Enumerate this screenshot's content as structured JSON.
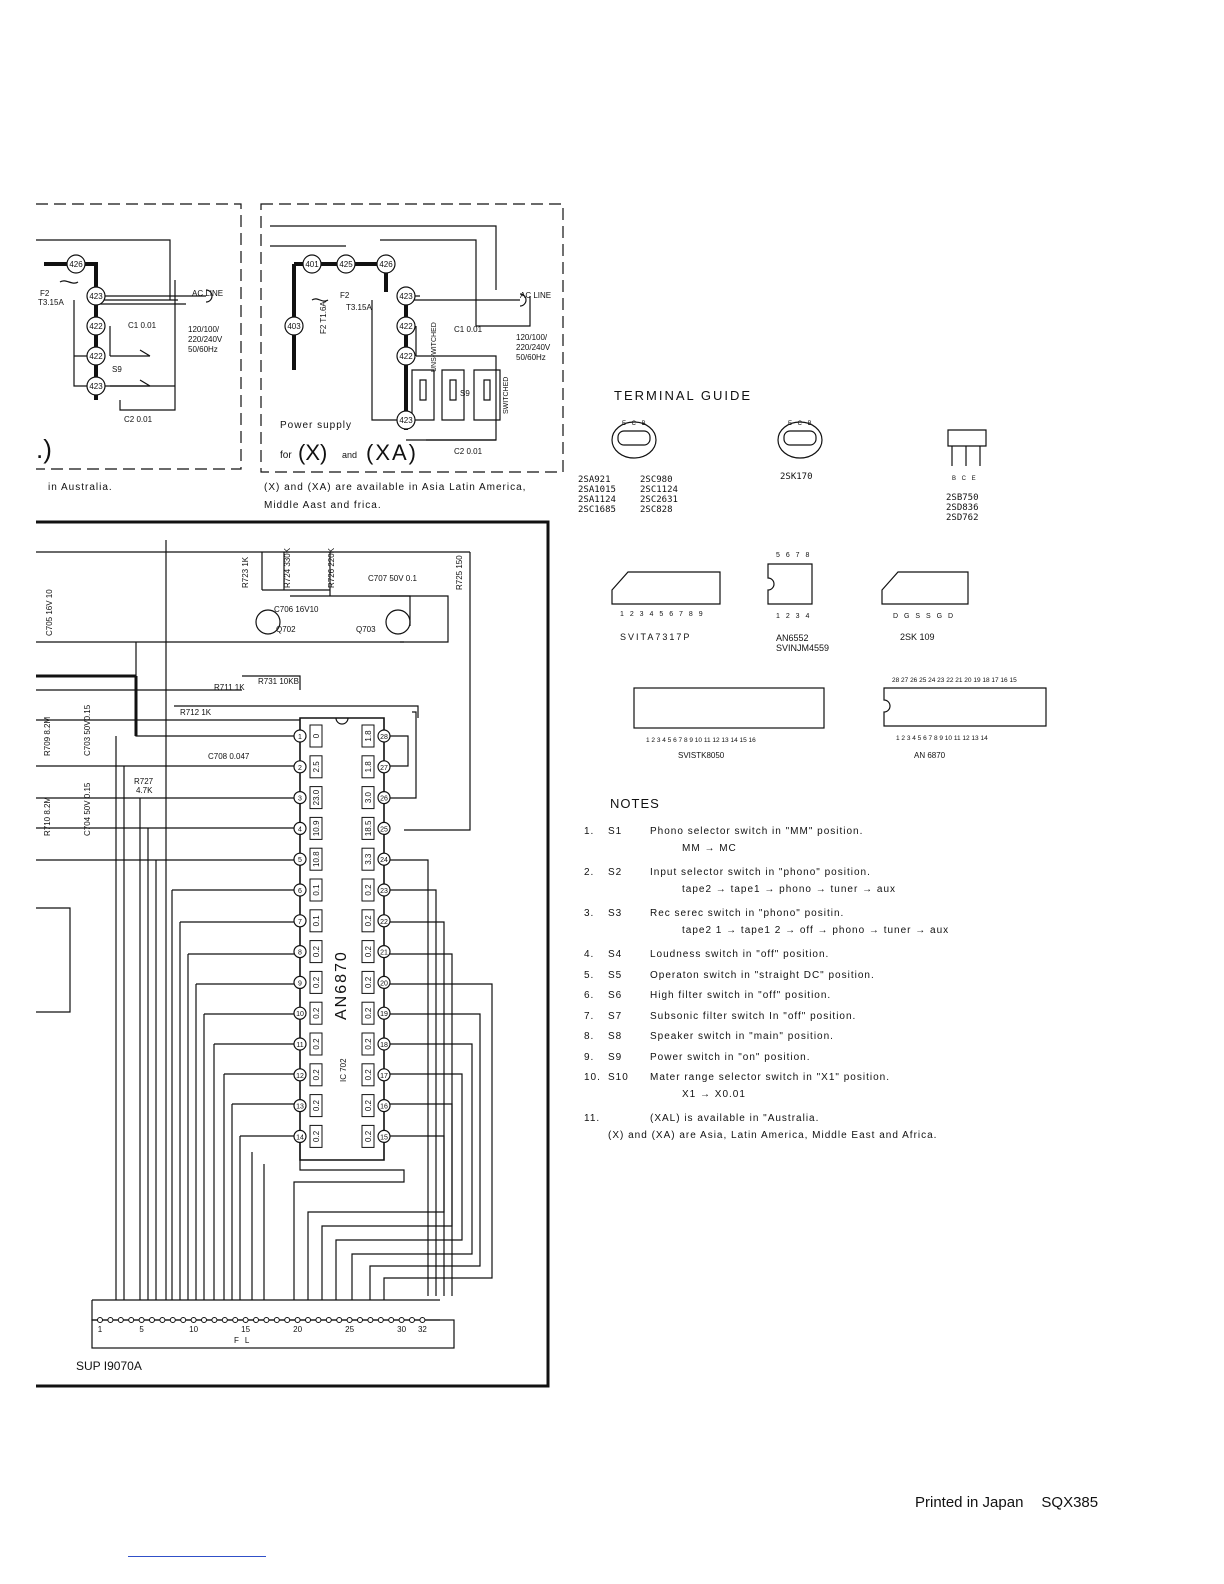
{
  "power_left": {
    "nodes": [
      "426",
      "423",
      "422",
      "422",
      "423"
    ],
    "fuse": "F2",
    "fuse_rating": "T3.15A",
    "ac_line": "AC LINE",
    "voltage_lines": [
      "120/100/",
      "220/240V",
      "50/60Hz"
    ],
    "c1": "C1 0.01",
    "c2": "C2 0.01",
    "switch": "S9",
    "paren": ".)",
    "caption": "in Australia."
  },
  "power_right": {
    "nodes": [
      "401",
      "425",
      "426",
      "423",
      "422",
      "422",
      "423",
      "403"
    ],
    "fuse_a": "F2 T1.6A",
    "fuse_b": "F2",
    "fuse_b_rating": "T3.15A",
    "ac_line": "AC LINE",
    "voltage_lines": [
      "120/100/",
      "220/240V",
      "50/60Hz"
    ],
    "c1": "C1 0.01",
    "c2": "C2 0.01",
    "switch": "S9",
    "unswitched": "UNS-WITCHED",
    "switched": "SWITCHED",
    "title_line1": "Power supply",
    "title_for": "for",
    "title_x": "(X)",
    "title_and": "and",
    "title_xa": "(XA)",
    "caption_line1": "(X) and (XA) are available in Asia Latin America,",
    "caption_line2": "Middle Aast and frica."
  },
  "terminal_guide": {
    "title": "TERMINAL GUIDE",
    "pkg1_pins": "E C B",
    "pkg1_parts": [
      "2SA921",
      "2SA1015",
      "2SA1124",
      "2SC1685"
    ],
    "pkg1_parts_b": [
      "2SC980",
      "2SC1124",
      "2SC2631",
      "2SC828"
    ],
    "pkg2_pins": "E C B",
    "pkg2_parts": [
      "2SK170"
    ],
    "pkg3_pins": "B C E",
    "pkg3_parts": [
      "2SB750",
      "2SD836",
      "2SD762"
    ],
    "sip9_pins": "1 2 3 4 5 6 7 8 9",
    "sip9_name": "SVITA7317P",
    "dip8_top": "5 6 7 8",
    "dip8_bottom": "1 2 3 4",
    "dip8_names": [
      "AN6552",
      "SVINJM4559"
    ],
    "fet_pins": "D G S  S G D",
    "fet_name": "2SK 109",
    "sip16_pins": "1 2 3 4 5 6 7 8 9 10 11 12 13 14 15 16",
    "sip16_name": "SVISTK8050",
    "dip28_top": "28 27 26 25 24 23 22 21 20 19 18 17 16 15",
    "dip28_bottom": "1 2 3 4 5 6 7 8 9 10 11 12 13 14",
    "dip28_name": "AN 6870"
  },
  "notes": {
    "title": "NOTES",
    "items": [
      {
        "num": "1.",
        "sw": "S1",
        "text": "Phono selector switch in \"MM\" position.",
        "sub": "MM → MC"
      },
      {
        "num": "2.",
        "sw": "S2",
        "text": "Input selector switch in \"phono\" position.",
        "sub": "tape2 → tape1 → phono → tuner → aux"
      },
      {
        "num": "3.",
        "sw": "S3",
        "text": "Rec serec switch in \"phono\" positin.",
        "sub": "tape2  1 → tape1  2 → off → phono → tuner → aux"
      },
      {
        "num": "4.",
        "sw": "S4",
        "text": "Loudness switch in \"off\" position.",
        "sub": ""
      },
      {
        "num": "5.",
        "sw": "S5",
        "text": "Operaton switch in \"straight DC\" position.",
        "sub": ""
      },
      {
        "num": "6.",
        "sw": "S6",
        "text": "High filter switch in \"off\" position.",
        "sub": ""
      },
      {
        "num": "7.",
        "sw": "S7",
        "text": "Subsonic filter switch In \"off\" position.",
        "sub": ""
      },
      {
        "num": "8.",
        "sw": "S8",
        "text": "Speaker switch in \"main\" position.",
        "sub": ""
      },
      {
        "num": "9.",
        "sw": "S9",
        "text": "Power switch in \"on\" position.",
        "sub": ""
      },
      {
        "num": "10.",
        "sw": "S10",
        "text": "Mater range selector switch in \"X1\" position.",
        "sub": "X1 → X0.01"
      },
      {
        "num": "11.",
        "sw": "",
        "text": "(XAL) is available in \"Australia.",
        "sub": "(X) and (XA) are Asia, Latin America, Middle East and Africa."
      }
    ]
  },
  "schematic": {
    "ic_name": "AN6870",
    "ic_ref": "IC 702",
    "left_pins": [
      "1",
      "2",
      "3",
      "4",
      "5",
      "6",
      "7",
      "8",
      "9",
      "10",
      "11",
      "12",
      "13",
      "14"
    ],
    "left_volts": [
      "0",
      "2.5",
      "23.0",
      "10.9",
      "10.8",
      "0.1",
      "0.1",
      "0.2",
      "0.2",
      "0.2",
      "0.2",
      "0.2",
      "0.2",
      "0.2"
    ],
    "right_pins": [
      "28",
      "27",
      "26",
      "25",
      "24",
      "23",
      "22",
      "21",
      "20",
      "19",
      "18",
      "17",
      "16",
      "15"
    ],
    "right_volts": [
      "1.8",
      "1.8",
      "3.0",
      "18.5",
      "3.3",
      "0.2",
      "0.2",
      "0.2",
      "0.2",
      "0.2",
      "0.2",
      "0.2",
      "0.2",
      "0.2"
    ],
    "r723": "R723 1K",
    "r724": "R724 330K",
    "r726": "R726 220K",
    "r725": "R725 150",
    "c707": "C707 50V 0.1",
    "c706": "C706 16V10",
    "c705": "C705 16V 10",
    "q702": "Q702",
    "q703": "Q703",
    "r711": "R711 1K",
    "r731": "R731 10KB",
    "r712": "R712 1K",
    "c708": "C708 0.047",
    "r709": "R709 8.2M",
    "c703": "C703 50V0.15",
    "r710": "R710 8.2M",
    "c704": "C704 50V 0.15",
    "r727": "R727",
    "r727_val": "4.7K",
    "fl_label": "FL",
    "fl_pins": [
      "1",
      "5",
      "10",
      "15",
      "20",
      "25",
      "30",
      "32"
    ],
    "code": "SUP I9070A"
  },
  "footer": {
    "printed": "Printed in Japan",
    "code": "SQX385"
  }
}
